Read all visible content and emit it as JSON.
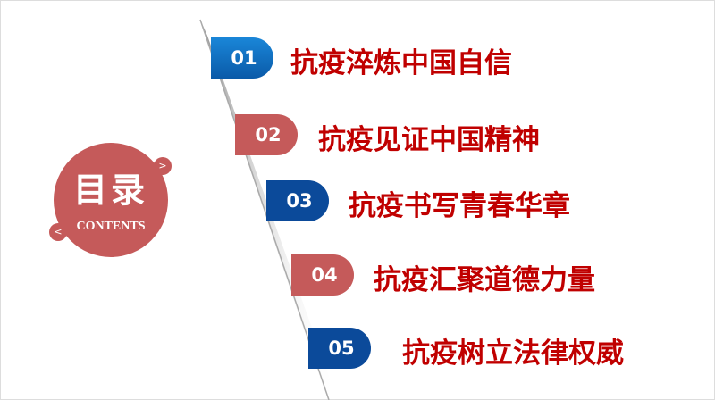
{
  "title": {
    "main": "目录",
    "sub": "CONTENTS",
    "left_arrow": "<",
    "right_arrow": ">"
  },
  "items": [
    {
      "number": "01",
      "label": "抗疫淬炼中国自信",
      "color": "#0d6fc4"
    },
    {
      "number": "02",
      "label": "抗疫见证中国精神",
      "color": "#c55a5a"
    },
    {
      "number": "03",
      "label": "抗疫书写青春华章",
      "color": "#0b4a9a"
    },
    {
      "number": "04",
      "label": "抗疫汇聚道德力量",
      "color": "#c55a5a"
    },
    {
      "number": "05",
      "label": "抗疫树立法律权威",
      "color": "#0b4a9a"
    }
  ],
  "colors": {
    "accent_red": "#c00000",
    "circle": "#c55a5a"
  }
}
